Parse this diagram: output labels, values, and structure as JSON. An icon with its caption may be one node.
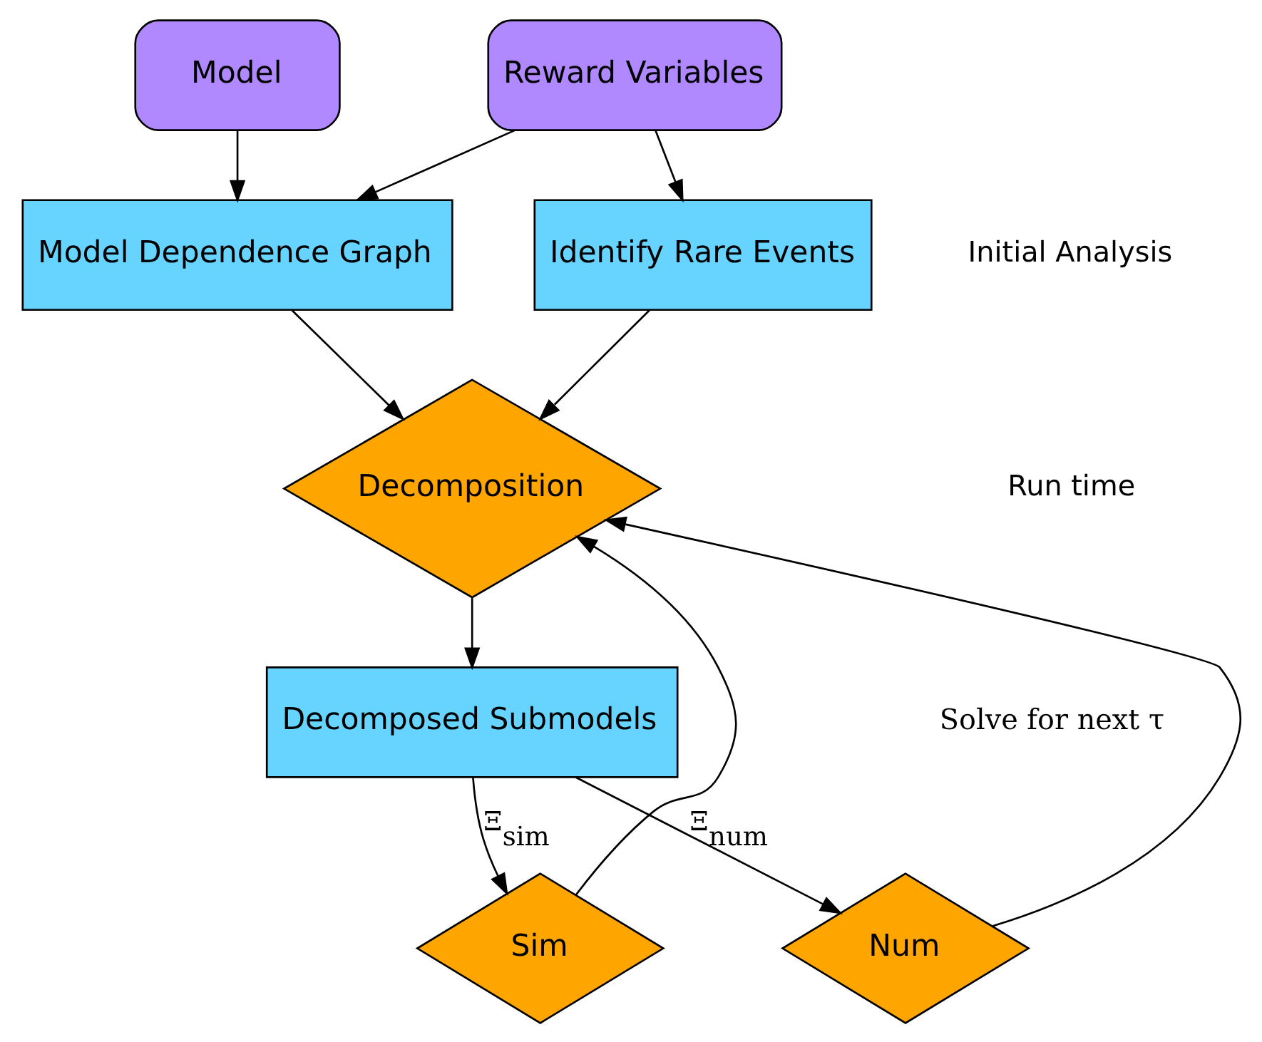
{
  "diagram": {
    "nodes": [
      {
        "text": [
          "Model"
        ]
      },
      {
        "text": [
          "Reward Variables"
        ]
      },
      {
        "text": [
          "Model Dependence Graph"
        ]
      },
      {
        "text": [
          "Identify Rare Events"
        ]
      },
      {
        "text": [
          "Decomposition"
        ]
      },
      {
        "text": [
          "Decomposed Submodels"
        ]
      },
      {
        "text": [
          "Sim"
        ]
      },
      {
        "text": [
          "Num"
        ]
      }
    ],
    "edges": [
      {
        "from": 0,
        "to": 2,
        "arrow": "to"
      },
      {
        "from": 1,
        "to": 2,
        "arrow": "to"
      },
      {
        "from": 1,
        "to": 3,
        "arrow": "to"
      },
      {
        "from": 2,
        "to": 4,
        "arrow": "to"
      },
      {
        "from": 3,
        "to": 4,
        "arrow": "to"
      },
      {
        "from": 4,
        "to": 5,
        "arrow": "to"
      },
      {
        "from": 5,
        "to": 6,
        "arrow": "to",
        "label": "Ξ$_{sim}$"
      },
      {
        "from": 5,
        "to": 7,
        "arrow": "to",
        "label": "Ξ$_{num}$"
      },
      {
        "from": 6,
        "to": 4,
        "arrow": "to"
      },
      {
        "from": 7,
        "to": 4,
        "arrow": "to"
      }
    ],
    "labels": [
      "Initial Analysis",
      "Run time",
      "Solve for next τ"
    ]
  }
}
